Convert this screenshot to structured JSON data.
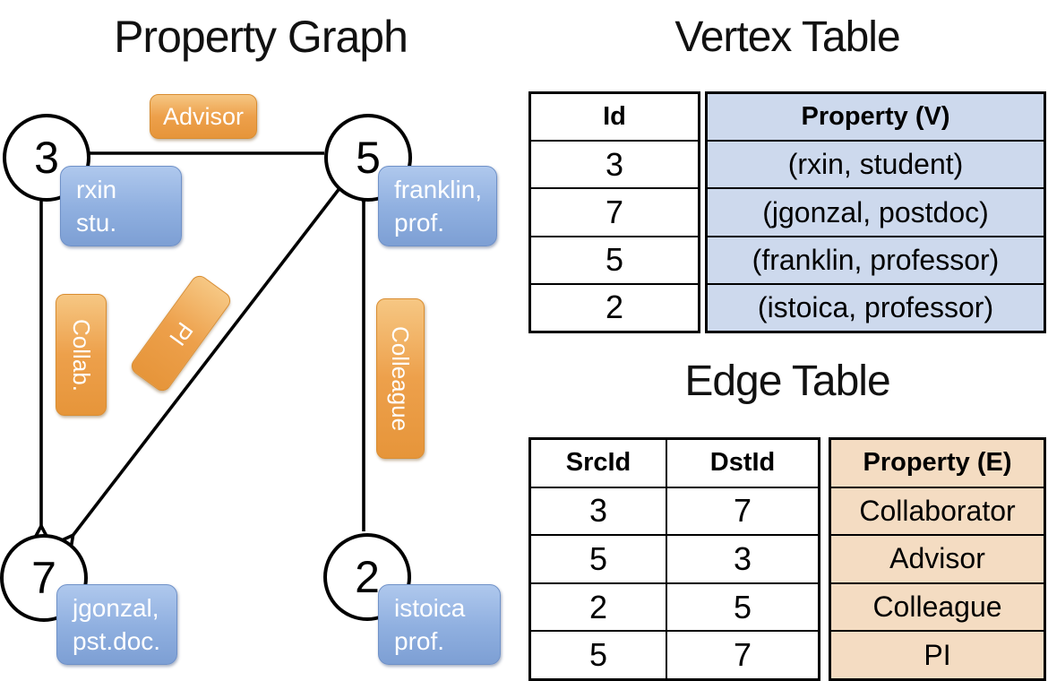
{
  "slide": {
    "graph_title": "Property Graph",
    "vertex_table_title": "Vertex Table",
    "edge_table_title": "Edge Table"
  },
  "graph": {
    "nodes": [
      {
        "id": "3",
        "property_line1": "rxin",
        "property_line2": "stu."
      },
      {
        "id": "5",
        "property_line1": "franklin,",
        "property_line2": "prof."
      },
      {
        "id": "7",
        "property_line1": "jgonzal,",
        "property_line2": "pst.doc."
      },
      {
        "id": "2",
        "property_line1": "istoica",
        "property_line2": "prof."
      }
    ],
    "edges": [
      {
        "src": "5",
        "dst": "3",
        "label": "Advisor"
      },
      {
        "src": "3",
        "dst": "7",
        "label": "Collab."
      },
      {
        "src": "5",
        "dst": "7",
        "label": "PI"
      },
      {
        "src": "2",
        "dst": "5",
        "label": "Colleague"
      }
    ]
  },
  "vertex_table": {
    "headers": {
      "id": "Id",
      "property": "Property (V)"
    },
    "rows": [
      {
        "id": "3",
        "property": "(rxin, student)"
      },
      {
        "id": "7",
        "property": "(jgonzal, postdoc)"
      },
      {
        "id": "5",
        "property": "(franklin, professor)"
      },
      {
        "id": "2",
        "property": "(istoica, professor)"
      }
    ]
  },
  "edge_table": {
    "headers": {
      "src": "SrcId",
      "dst": "DstId",
      "property": "Property (E)"
    },
    "rows": [
      {
        "src": "3",
        "dst": "7",
        "property": "Collaborator"
      },
      {
        "src": "5",
        "dst": "3",
        "property": "Advisor"
      },
      {
        "src": "2",
        "dst": "5",
        "property": "Colleague"
      },
      {
        "src": "5",
        "dst": "7",
        "property": "PI"
      }
    ]
  },
  "colors": {
    "vertex_property_fill": "#cdd9ed",
    "edge_property_fill": "#f4dcc2",
    "vertex_box_blue": "#7d9fd4",
    "edge_label_orange": "#eda04b",
    "line_color": "#000000"
  }
}
